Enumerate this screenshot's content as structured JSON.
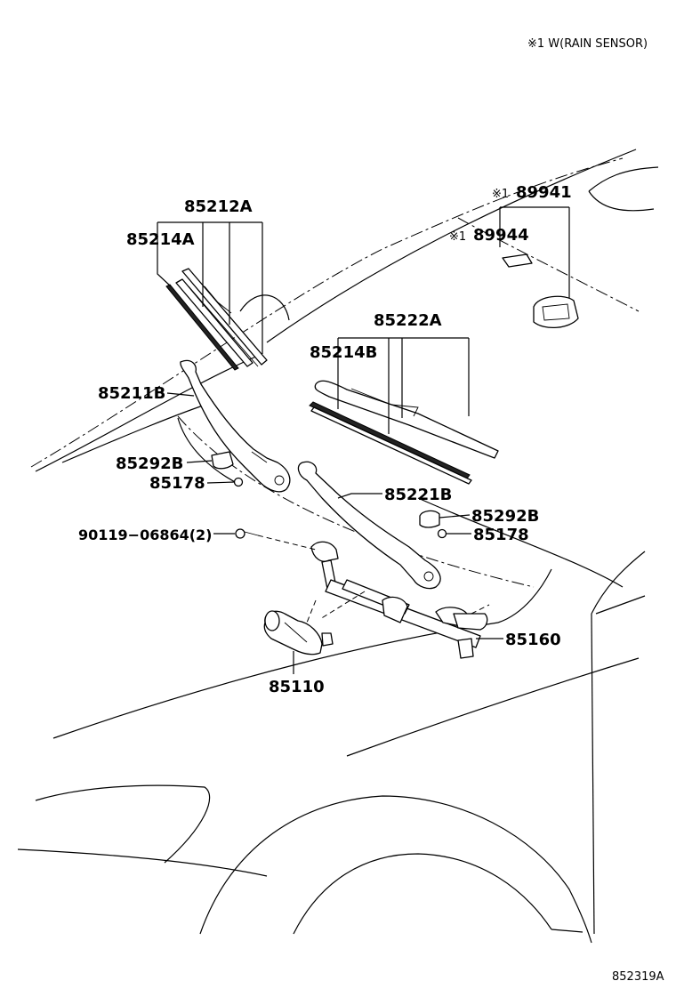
{
  "note": "※1 W(RAIN SENSOR)",
  "figure_ref": "852319A",
  "labels": {
    "p85212A": "85212A",
    "p85214A": "85214A",
    "p85211B": "85211B",
    "p85292B_left": "85292B",
    "p85178_left": "85178",
    "p90119": "90119−06864(2)",
    "p85222A": "85222A",
    "p85214B": "85214B",
    "p85221B": "85221B",
    "p85292B_right": "85292B",
    "p85178_right": "85178",
    "p85160": "85160",
    "p85110": "85110",
    "p89941_mark": "※1",
    "p89941": "89941",
    "p89944_mark": "※1",
    "p89944": "89944"
  }
}
